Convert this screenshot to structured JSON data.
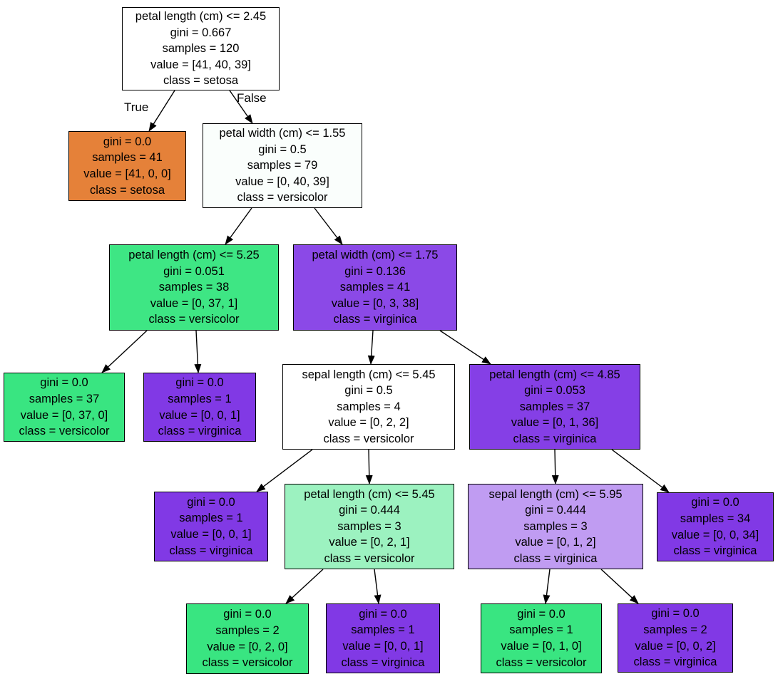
{
  "diagram_title": "decision-tree",
  "edge_labels": {
    "true_branch": "True",
    "false_branch": "False"
  },
  "class_colors": {
    "setosa": "#e58139",
    "versicolor": "#39e581",
    "virginica": "#8139e5"
  },
  "nodes": [
    {
      "name": "root-petal-length-2.45",
      "color": "#ffffff",
      "lines": [
        "petal length (cm) <= 2.45",
        "gini = 0.667",
        "samples = 120",
        "value = [41, 40, 39]",
        "class = setosa"
      ]
    },
    {
      "name": "leaf-setosa-41",
      "color": "#e58139",
      "lines": [
        "gini = 0.0",
        "samples = 41",
        "value = [41, 0, 0]",
        "class = setosa"
      ]
    },
    {
      "name": "petal-width-1.55",
      "color": "#fafefc",
      "lines": [
        "petal width (cm) <= 1.55",
        "gini = 0.5",
        "samples = 79",
        "value = [0, 40, 39]",
        "class = versicolor"
      ]
    },
    {
      "name": "petal-length-5.25",
      "color": "#3ee684",
      "lines": [
        "petal length (cm) <= 5.25",
        "gini = 0.051",
        "samples = 38",
        "value = [0, 37, 1]",
        "class = versicolor"
      ]
    },
    {
      "name": "petal-width-1.75",
      "color": "#8b49e7",
      "lines": [
        "petal width (cm) <= 1.75",
        "gini = 0.136",
        "samples = 41",
        "value = [0, 3, 38]",
        "class = virginica"
      ]
    },
    {
      "name": "leaf-versicolor-37",
      "color": "#39e581",
      "lines": [
        "gini = 0.0",
        "samples = 37",
        "value = [0, 37, 0]",
        "class = versicolor"
      ]
    },
    {
      "name": "leaf-virginica-1a",
      "color": "#8139e5",
      "lines": [
        "gini = 0.0",
        "samples = 1",
        "value = [0, 0, 1]",
        "class = virginica"
      ]
    },
    {
      "name": "sepal-length-5.45",
      "color": "#ffffff",
      "lines": [
        "sepal length (cm) <= 5.45",
        "gini = 0.5",
        "samples = 4",
        "value = [0, 2, 2]",
        "class = versicolor"
      ]
    },
    {
      "name": "petal-length-4.85",
      "color": "#853fe6",
      "lines": [
        "petal length (cm) <= 4.85",
        "gini = 0.053",
        "samples = 37",
        "value = [0, 1, 36]",
        "class = virginica"
      ]
    },
    {
      "name": "leaf-virginica-1b",
      "color": "#8139e5",
      "lines": [
        "gini = 0.0",
        "samples = 1",
        "value = [0, 0, 1]",
        "class = virginica"
      ]
    },
    {
      "name": "petal-length-5.45",
      "color": "#9cf2c0",
      "lines": [
        "petal length (cm) <= 5.45",
        "gini = 0.444",
        "samples = 3",
        "value = [0, 2, 1]",
        "class = versicolor"
      ]
    },
    {
      "name": "sepal-length-5.95",
      "color": "#c09cf2",
      "lines": [
        "sepal length (cm) <= 5.95",
        "gini = 0.444",
        "samples = 3",
        "value = [0, 1, 2]",
        "class = virginica"
      ]
    },
    {
      "name": "leaf-virginica-34",
      "color": "#8139e5",
      "lines": [
        "gini = 0.0",
        "samples = 34",
        "value = [0, 0, 34]",
        "class = virginica"
      ]
    },
    {
      "name": "leaf-versicolor-2",
      "color": "#39e581",
      "lines": [
        "gini = 0.0",
        "samples = 2",
        "value = [0, 2, 0]",
        "class = versicolor"
      ]
    },
    {
      "name": "leaf-virginica-1c",
      "color": "#8139e5",
      "lines": [
        "gini = 0.0",
        "samples = 1",
        "value = [0, 0, 1]",
        "class = virginica"
      ]
    },
    {
      "name": "leaf-versicolor-1",
      "color": "#39e581",
      "lines": [
        "gini = 0.0",
        "samples = 1",
        "value = [0, 1, 0]",
        "class = versicolor"
      ]
    },
    {
      "name": "leaf-virginica-2",
      "color": "#8139e5",
      "lines": [
        "gini = 0.0",
        "samples = 2",
        "value = [0, 0, 2]",
        "class = virginica"
      ]
    }
  ]
}
